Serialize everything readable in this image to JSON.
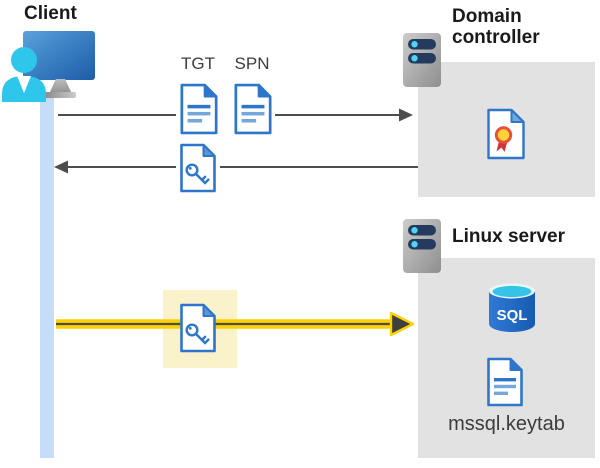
{
  "client": {
    "label": "Client",
    "icon": "client-workstation-icon"
  },
  "domain_controller": {
    "label": "Domain controller",
    "icon": "server-icon",
    "contents": [
      {
        "icon": "certificate-icon"
      }
    ]
  },
  "linux_server": {
    "label": "Linux server",
    "icon": "server-icon",
    "sql_label": "SQL",
    "sql_icon": "sql-database-icon",
    "keytab_label": "mssql.keytab",
    "keytab_icon": "document-icon"
  },
  "flows": {
    "ticket_request": {
      "direction": "client-to-domain-controller",
      "tgt_label": "TGT",
      "spn_label": "SPN",
      "icons": [
        "document-icon",
        "document-icon"
      ],
      "style": "thin-gray-arrow-right"
    },
    "ticket_response": {
      "direction": "domain-controller-to-client",
      "icons": [
        "key-file-icon"
      ],
      "style": "thin-gray-arrow-left"
    },
    "kerberos_connection": {
      "direction": "client-to-linux-server",
      "icons": [
        "key-file-icon"
      ],
      "style": "bold-yellow-arrow-right",
      "highlighted": true
    }
  },
  "colors": {
    "panel_gray": "#e2e2e2",
    "highlight_cream": "#faf2cb",
    "lifeline_blue": "#c5ddf8",
    "arrow_gray": "#4d4d4d",
    "highlight_yellow": "#ffd100",
    "document_blue": "#2e76c9",
    "server_navy": "#243a5e",
    "server_cyan": "#4fd5f0",
    "person_cyan": "#2ec6ea",
    "certificate_yellow": "#ffd335",
    "certificate_red": "#d13438"
  }
}
